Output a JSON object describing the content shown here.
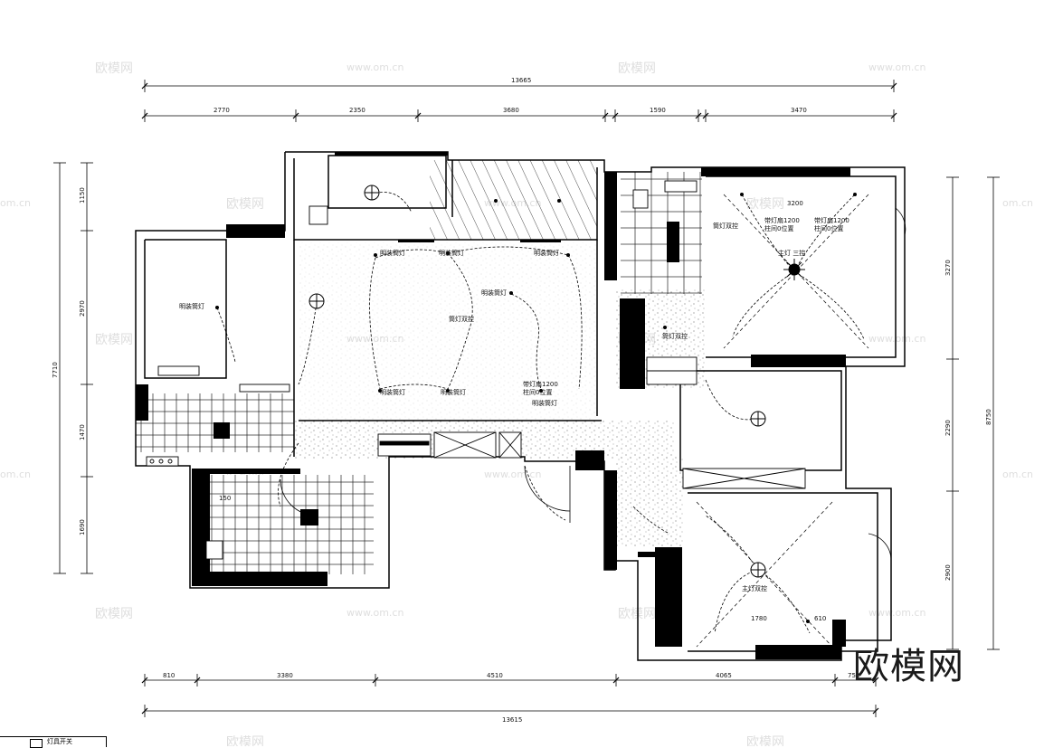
{
  "dimensions": {
    "top_total": "13665",
    "top_segments": [
      "2770",
      "2350",
      "3680",
      "1590",
      "3470"
    ],
    "bottom_total": "13615",
    "bottom_segments": [
      "810",
      "3380",
      "4510",
      "4065",
      "750"
    ],
    "left_total": "7710",
    "left_segments": [
      "1150",
      "2970",
      "1470",
      "1690"
    ],
    "right_total": "8750",
    "right_segments": [
      "3270",
      "2290",
      "2900"
    ]
  },
  "labels": {
    "bedroom_left": "明装筒灯",
    "living_switch": "筒灯双控",
    "living_spot_1": "明装筒灯",
    "living_spot_2": "明装筒灯",
    "living_spot_3": "明装筒灯",
    "living_spot_4": "明装筒灯",
    "living_spot_5": "明装筒灯",
    "living_spot_6": "明装筒灯",
    "dining_fan": "带灯扇1200",
    "dining_fan_note": "柱间0位置",
    "dining_spot": "明装筒灯",
    "master_switch": "筒灯双控",
    "master_fan_1": "带灯扇1200",
    "master_fan_1_note": "柱间0位置",
    "master_fan_2": "带灯扇1200",
    "master_fan_2_note": "柱间0位置",
    "master_main": "主灯 三控",
    "master_dim": "3200",
    "corridor_switch": "筒灯双控",
    "bedroom_bottom_switch": "主灯双控",
    "bedroom_bottom_dim_1": "1780",
    "bedroom_bottom_dim_2": "610",
    "kitchen_dim": "150"
  },
  "watermarks": {
    "brand": "欧模网",
    "url": "www.om.cn",
    "url_short": "om.cn"
  },
  "legend": {
    "text": "灯具开关"
  }
}
